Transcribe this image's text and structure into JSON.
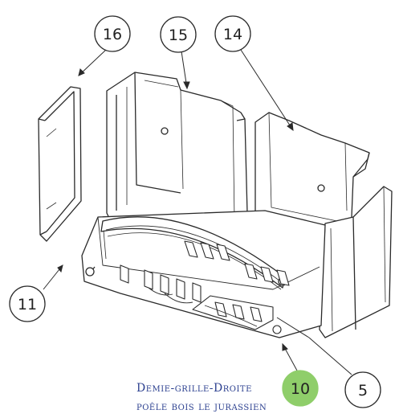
{
  "callouts": {
    "c16": "16",
    "c15": "15",
    "c14": "14",
    "c11": "11",
    "c10": "10",
    "c5": "5"
  },
  "highlight_color": "#8fce6a",
  "caption": {
    "line1": "Demie-grille-Droite",
    "line2": "poêle bois le jurassien"
  }
}
